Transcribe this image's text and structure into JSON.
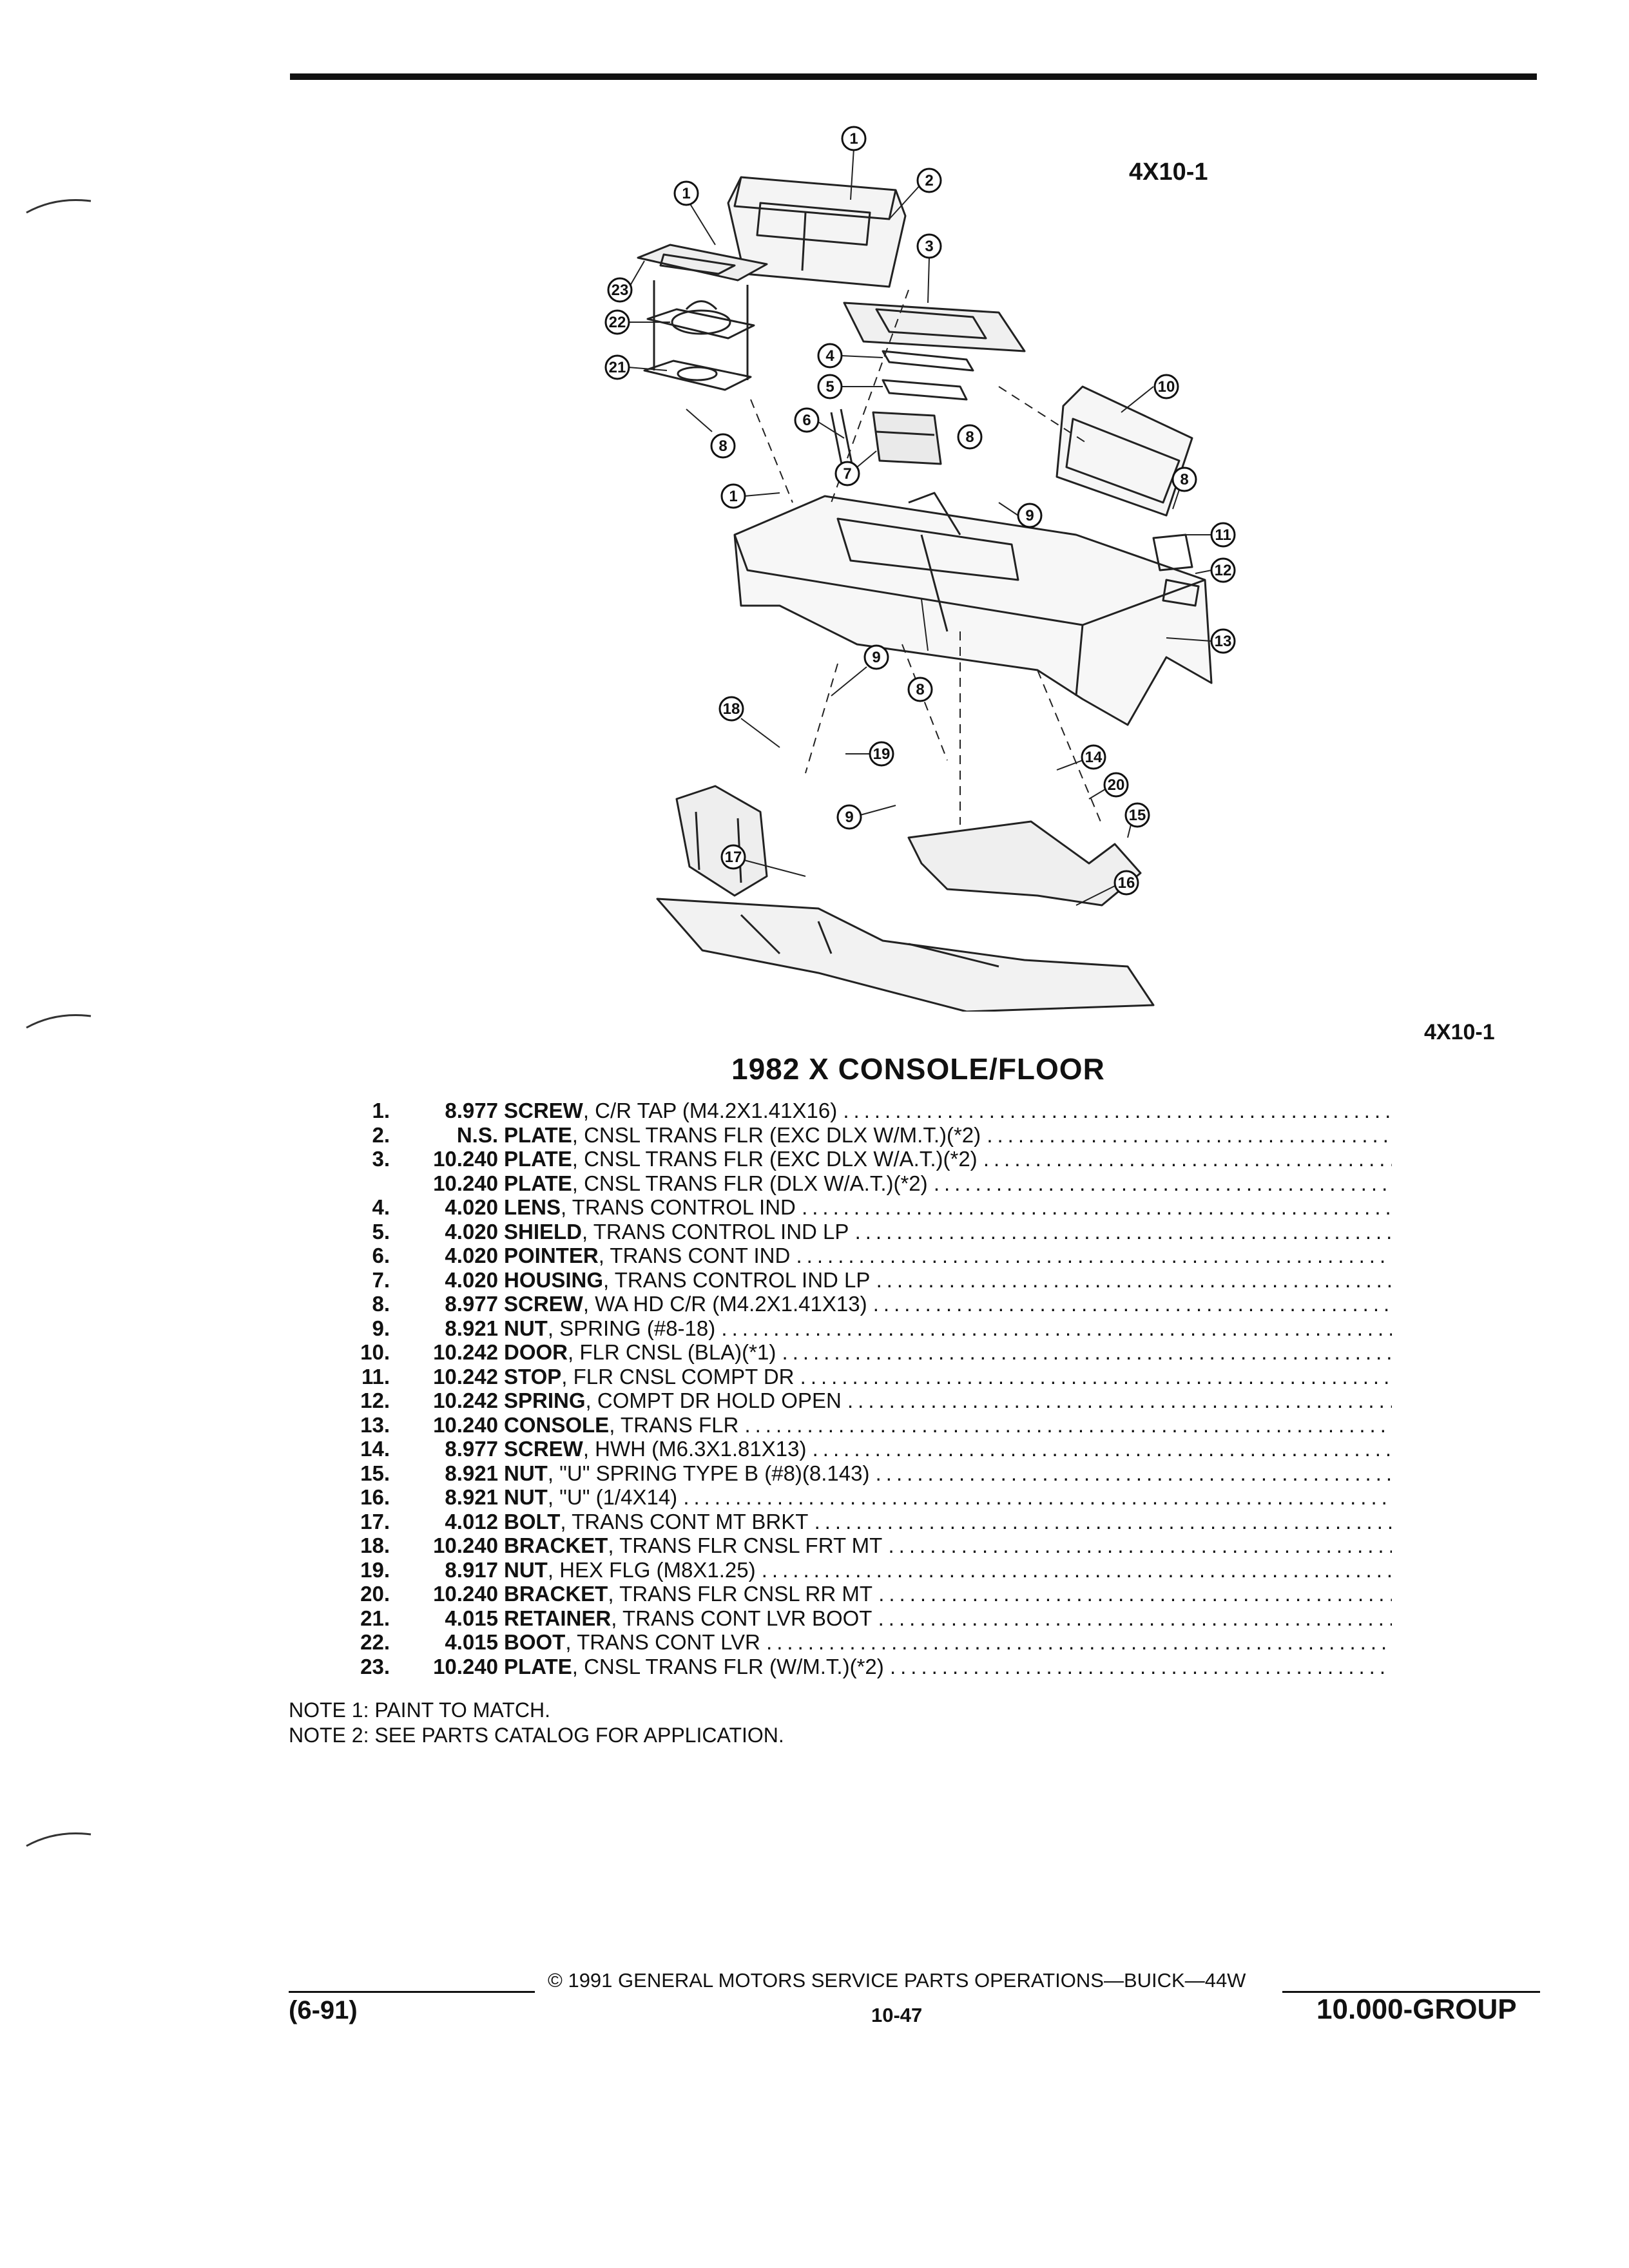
{
  "figure_id_top": "4X10-1",
  "figure_id_right": "4X10-1",
  "title": "1982 X CONSOLE/FLOOR",
  "callouts": [
    "1",
    "2",
    "3",
    "4",
    "5",
    "6",
    "7",
    "8",
    "9",
    "10",
    "11",
    "12",
    "13",
    "14",
    "15",
    "16",
    "17",
    "18",
    "19",
    "20",
    "21",
    "22",
    "23"
  ],
  "parts": [
    {
      "num": "1.",
      "code": "8.977",
      "name": "SCREW",
      "desc": ", C/R TAP (M4.2X1.41X16)"
    },
    {
      "num": "2.",
      "code": "N.S.",
      "name": "PLATE",
      "desc": ", CNSL TRANS FLR (EXC DLX W/M.T.)(*2)"
    },
    {
      "num": "3.",
      "code": "10.240",
      "name": "PLATE",
      "desc": ", CNSL TRANS FLR (EXC DLX W/A.T.)(*2)"
    },
    {
      "num": "",
      "code": "10.240",
      "name": "PLATE",
      "desc": ", CNSL TRANS FLR (DLX W/A.T.)(*2)"
    },
    {
      "num": "4.",
      "code": "4.020",
      "name": "LENS",
      "desc": ", TRANS CONTROL IND"
    },
    {
      "num": "5.",
      "code": "4.020",
      "name": "SHIELD",
      "desc": ", TRANS CONTROL IND LP"
    },
    {
      "num": "6.",
      "code": "4.020",
      "name": "POINTER",
      "desc": ", TRANS CONT IND"
    },
    {
      "num": "7.",
      "code": "4.020",
      "name": "HOUSING",
      "desc": ", TRANS CONTROL IND LP"
    },
    {
      "num": "8.",
      "code": "8.977",
      "name": "SCREW",
      "desc": ", WA HD C/R (M4.2X1.41X13)"
    },
    {
      "num": "9.",
      "code": "8.921",
      "name": "NUT",
      "desc": ", SPRING (#8-18)"
    },
    {
      "num": "10.",
      "code": "10.242",
      "name": "DOOR",
      "desc": ", FLR CNSL (BLA)(*1)"
    },
    {
      "num": "11.",
      "code": "10.242",
      "name": "STOP",
      "desc": ", FLR CNSL COMPT DR"
    },
    {
      "num": "12.",
      "code": "10.242",
      "name": "SPRING",
      "desc": ", COMPT DR HOLD OPEN"
    },
    {
      "num": "13.",
      "code": "10.240",
      "name": "CONSOLE",
      "desc": ", TRANS FLR"
    },
    {
      "num": "14.",
      "code": "8.977",
      "name": "SCREW",
      "desc": ", HWH (M6.3X1.81X13)"
    },
    {
      "num": "15.",
      "code": "8.921",
      "name": "NUT",
      "desc": ", \"U\" SPRING TYPE B (#8)(8.143)"
    },
    {
      "num": "16.",
      "code": "8.921",
      "name": "NUT",
      "desc": ", \"U\" (1/4X14)"
    },
    {
      "num": "17.",
      "code": "4.012",
      "name": "BOLT",
      "desc": ", TRANS CONT MT BRKT"
    },
    {
      "num": "18.",
      "code": "10.240",
      "name": "BRACKET",
      "desc": ", TRANS FLR CNSL FRT MT"
    },
    {
      "num": "19.",
      "code": "8.917",
      "name": "NUT",
      "desc": ", HEX FLG (M8X1.25)"
    },
    {
      "num": "20.",
      "code": "10.240",
      "name": "BRACKET",
      "desc": ", TRANS FLR CNSL RR MT"
    },
    {
      "num": "21.",
      "code": "4.015",
      "name": "RETAINER",
      "desc": ", TRANS CONT LVR BOOT"
    },
    {
      "num": "22.",
      "code": "4.015",
      "name": "BOOT",
      "desc": ", TRANS CONT LVR"
    },
    {
      "num": "23.",
      "code": "10.240",
      "name": "PLATE",
      "desc": ", CNSL TRANS FLR (W/M.T.)(*2)"
    }
  ],
  "notes": [
    "NOTE 1: PAINT TO MATCH.",
    "NOTE 2: SEE PARTS CATALOG FOR APPLICATION."
  ],
  "footer": {
    "copyright": "© 1991 GENERAL MOTORS SERVICE PARTS OPERATIONS—BUICK—44W",
    "revision": "(6-91)",
    "page": "10-47",
    "group": "10.000-GROUP"
  }
}
